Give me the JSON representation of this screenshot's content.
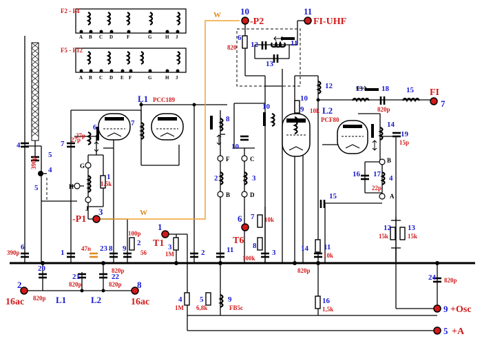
{
  "diagram": {
    "tube_left": {
      "ref": "L1",
      "type": "PCC189"
    },
    "tube_right": {
      "ref": "L2",
      "type": "PCF80"
    },
    "terminals": {
      "t1": "1",
      "t1_name": "T1",
      "p1": "3",
      "p1_name": "-P1",
      "t6": "6",
      "t6_name": "T6",
      "p2": "10",
      "p2_name": "-P2",
      "fi_uhf": "11",
      "fi_uhf_name": "FI-UHF",
      "fi": "7",
      "fi_name": "FI",
      "in_left": "2",
      "in_left_name": "16ac",
      "in_right": "8",
      "in_right_name": "16ac",
      "osc": "9",
      "osc_name": "+Osc",
      "plus_a": "5",
      "plus_a_name": "+A"
    },
    "switch_banks": {
      "top_label": "F2 - F4",
      "bottom_label": "F5 - F12",
      "contacts_top": [
        "A",
        "B",
        "C",
        "D",
        "F",
        "G",
        "H",
        "J"
      ],
      "contacts_bottom": [
        "A",
        "B",
        "C",
        "D",
        "E",
        "F",
        "G",
        "H",
        "J"
      ]
    },
    "wire_label": "W",
    "line_labels": {
      "l1": "L1",
      "l2": "L2"
    },
    "contacts": {
      "f": "F",
      "b": "B",
      "c": "C",
      "d": "D",
      "g": "G",
      "h": "H",
      "j": "J",
      "b2": "B",
      "a": "A"
    },
    "components": {
      "c4": "4",
      "c5": "5",
      "c5_val": "390p",
      "c4b": "4",
      "c6": "6",
      "c6_val": "390p",
      "l5": "5",
      "c7": "7",
      "c7_val": "27p",
      "l6": "6",
      "l6_val": "27p",
      "r1": "1",
      "r1_val": "1.5k",
      "l7": "7",
      "l8": "8",
      "c1": "1",
      "c23": "23",
      "c23_val": "47n",
      "c8": "8",
      "c8_val": "820p",
      "c9": "9",
      "c9_val": "100p",
      "r2": "2",
      "r2_val": "56",
      "c20": "20",
      "c20_val": "820p",
      "c21": "21",
      "c21_val": "820p",
      "c22": "22",
      "c22_val": "820p",
      "r3": "3",
      "r3_val": "1M",
      "c2": "2",
      "r4": "4",
      "r4_val": "1M",
      "r5": "5",
      "r5_val": "6,8k",
      "l9": "9",
      "l9_val": "FB5c",
      "l2": "2",
      "l3": "3",
      "c10": "10",
      "l10": "10",
      "r6": "6",
      "r6_val": "820",
      "c12": "12",
      "l11": "11",
      "c13": "13",
      "r7": "7",
      "r7_val": "10k",
      "c11": "11",
      "r8": "8",
      "r8_val": "100k",
      "c3": "3",
      "l9b": "9",
      "r10": "10",
      "r10_val": "10k",
      "l12": "12",
      "l13": "13",
      "c18": "18",
      "c18_val": "820p",
      "l15": "15",
      "l14": "14",
      "c19": "19",
      "c19_val": "15p",
      "c16": "16",
      "c17": "17",
      "c17_val": "22p",
      "l4": "4",
      "c15": "15",
      "c14": "14",
      "c14_val": "820p",
      "r11": "11",
      "r11_val": "10k",
      "r12": "12",
      "r12_val": "15k",
      "r13": "13",
      "r13_val": "15k",
      "c24": "24",
      "c24_val": "820p",
      "r16": "16",
      "r16_val": "1,5k"
    }
  }
}
